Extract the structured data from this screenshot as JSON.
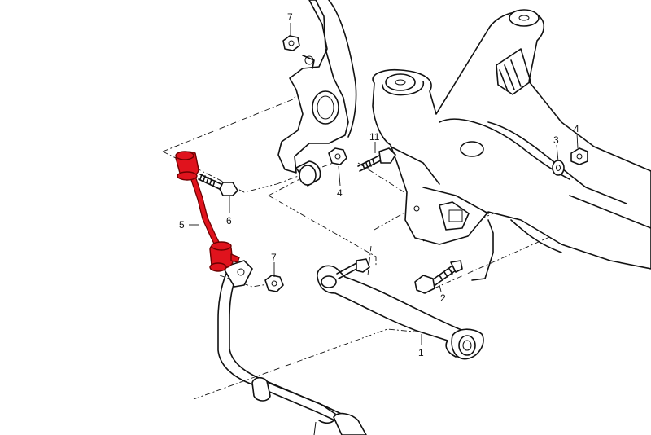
{
  "diagram": {
    "highlight_color": "#e0131d",
    "line_color": "#111111",
    "callouts": [
      {
        "id": "c7a",
        "label": "7"
      },
      {
        "id": "c11",
        "label": "11"
      },
      {
        "id": "c3",
        "label": "3"
      },
      {
        "id": "c4a",
        "label": "4"
      },
      {
        "id": "c4b",
        "label": "4"
      },
      {
        "id": "c5",
        "label": "5"
      },
      {
        "id": "c6",
        "label": "6"
      },
      {
        "id": "c7b",
        "label": "7"
      },
      {
        "id": "c2",
        "label": "2"
      },
      {
        "id": "c1",
        "label": "1"
      }
    ]
  }
}
